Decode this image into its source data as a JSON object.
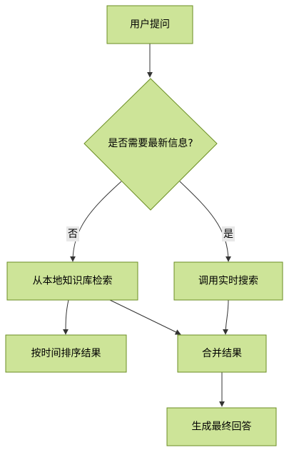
{
  "diagram": {
    "type": "flowchart",
    "nodes": [
      {
        "id": "ask",
        "shape": "rect",
        "label": "用户提问"
      },
      {
        "id": "decide",
        "shape": "diamond",
        "label": "是否需要最新信息?"
      },
      {
        "id": "local",
        "shape": "rect",
        "label": "从本地知识库检索"
      },
      {
        "id": "realtime",
        "shape": "rect",
        "label": "调用实时搜索"
      },
      {
        "id": "sort",
        "shape": "rect",
        "label": "按时间排序结果"
      },
      {
        "id": "merge",
        "shape": "rect",
        "label": "合并结果"
      },
      {
        "id": "answer",
        "shape": "rect",
        "label": "生成最终回答"
      }
    ],
    "edges": [
      {
        "from": "ask",
        "to": "decide",
        "label": ""
      },
      {
        "from": "decide",
        "to": "local",
        "label": "否"
      },
      {
        "from": "decide",
        "to": "realtime",
        "label": "是"
      },
      {
        "from": "local",
        "to": "sort",
        "label": ""
      },
      {
        "from": "local",
        "to": "merge",
        "label": ""
      },
      {
        "from": "realtime",
        "to": "merge",
        "label": ""
      },
      {
        "from": "merge",
        "to": "answer",
        "label": ""
      }
    ],
    "colors": {
      "node_fill": "#cde498",
      "node_stroke": "#6b8e23",
      "edge": "#333333",
      "label_bg": "#e8e8e8"
    }
  }
}
